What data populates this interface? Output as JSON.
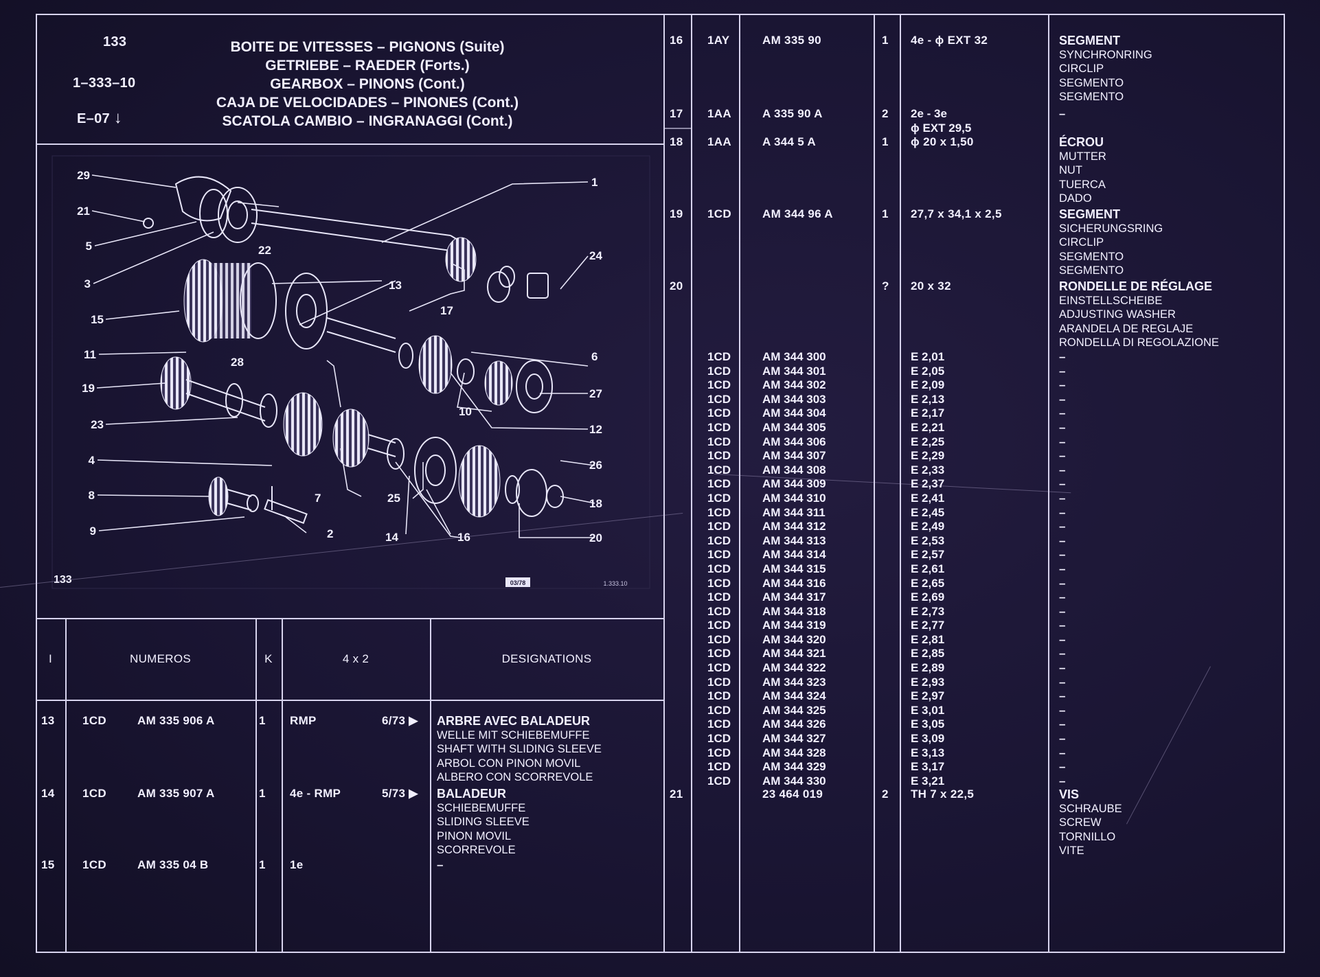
{
  "header": {
    "page_number": "133",
    "ref_code": "1–333–10",
    "edition": "E–07",
    "edition_arrow": "↓",
    "titles": [
      "BOITE DE VITESSES – PIGNONS (Suite)",
      "GETRIEBE – RAEDER (Forts.)",
      "GEARBOX – PINONS (Cont.)",
      "CAJA DE VELOCIDADES – PINONES (Cont.)",
      "SCATOLA CAMBIO – INGRANAGGI (Cont.)"
    ]
  },
  "diagram": {
    "page_label": "133",
    "stamp": "03/78",
    "ref": "1.333.10",
    "callouts": [
      "29",
      "21",
      "5",
      "3",
      "15",
      "11",
      "19",
      "23",
      "4",
      "8",
      "9",
      "22",
      "13",
      "17",
      "28",
      "1",
      "24",
      "6",
      "27",
      "10",
      "12",
      "26",
      "7",
      "25",
      "14",
      "16",
      "18",
      "20",
      "2"
    ]
  },
  "left_table": {
    "headers": {
      "i": "I",
      "numeros": "NUMEROS",
      "k": "K",
      "variant": "4 x 2",
      "designations": "DESIGNATIONS"
    },
    "rows": [
      {
        "i": "13",
        "code": "1CD",
        "number": "AM  335  906  A",
        "k": "1",
        "model": "RMP",
        "date": "6/73 ▶",
        "des": [
          "ARBRE AVEC BALADEUR",
          "WELLE MIT SCHIEBEMUFFE",
          "SHAFT WITH SLIDING SLEEVE",
          "ARBOL CON PINON MOVIL",
          "ALBERO CON SCORREVOLE"
        ]
      },
      {
        "i": "14",
        "code": "1CD",
        "number": "AM  335  907  A",
        "k": "1",
        "model": "4e - RMP",
        "date": "5/73 ▶",
        "des": [
          "BALADEUR",
          "SCHIEBEMUFFE",
          "SLIDING SLEEVE",
          "PINON MOVIL",
          "SCORREVOLE"
        ]
      },
      {
        "i": "15",
        "code": "1CD",
        "number": "AM  335    04  B",
        "k": "1",
        "model": "1e",
        "date": "",
        "des": [
          "–"
        ]
      }
    ]
  },
  "right_table": {
    "row16": {
      "i": "16",
      "code": "1AY",
      "number": "AM  335    90",
      "k": "1",
      "spec": "4e - ϕ EXT 32",
      "des": [
        "SEGMENT",
        "SYNCHRONRING",
        "CIRCLIP",
        "SEGMENTO",
        "SEGMENTO"
      ]
    },
    "row17": {
      "i": "17",
      "code": "1AA",
      "number": "A  335    90  A",
      "k": "2",
      "spec": [
        "2e - 3e",
        "ϕ  EXT 29,5"
      ],
      "des": [
        "–"
      ]
    },
    "row18": {
      "i": "18",
      "code": "1AA",
      "number": "A  344      5  A",
      "k": "1",
      "spec": "ϕ  20 x 1,50",
      "des": [
        "ÉCROU",
        "MUTTER",
        "NUT",
        "TUERCA",
        "DADO"
      ]
    },
    "row19": {
      "i": "19",
      "code": "1CD",
      "number": "AM  344    96  A",
      "k": "1",
      "spec": "27,7 x 34,1 x 2,5",
      "des": [
        "SEGMENT",
        "SICHERUNGSRING",
        "CIRCLIP",
        "SEGMENTO",
        "SEGMENTO"
      ]
    },
    "row20": {
      "i": "20",
      "k": "?",
      "spec": "20 x 32",
      "des": [
        "RONDELLE DE RÉGLAGE",
        "EINSTELLSCHEIBE",
        "ADJUSTING WASHER",
        "ARANDELA DE REGLAJE",
        "RONDELLA DI REGOLAZIONE"
      ]
    },
    "shims": {
      "codes": [
        "1CD",
        "1CD",
        "1CD",
        "1CD",
        "1CD",
        "1CD",
        "1CD",
        "1CD",
        "1CD",
        "1CD",
        "1CD",
        "1CD",
        "1CD",
        "1CD",
        "1CD",
        "1CD",
        "1CD",
        "1CD",
        "1CD",
        "1CD",
        "1CD",
        "1CD",
        "1CD",
        "1CD",
        "1CD",
        "1CD",
        "1CD",
        "1CD",
        "1CD",
        "1CD",
        "1CD"
      ],
      "numbers": [
        "AM  344  300",
        "AM  344  301",
        "AM  344  302",
        "AM  344  303",
        "AM  344  304",
        "AM  344  305",
        "AM  344  306",
        "AM  344  307",
        "AM  344  308",
        "AM  344  309",
        "AM  344  310",
        "AM  344  311",
        "AM  344  312",
        "AM  344  313",
        "AM  344  314",
        "AM  344  315",
        "AM  344  316",
        "AM  344  317",
        "AM  344  318",
        "AM  344  319",
        "AM  344  320",
        "AM  344  321",
        "AM  344  322",
        "AM  344  323",
        "AM  344  324",
        "AM  344  325",
        "AM  344  326",
        "AM  344 327",
        "AM  344  328",
        "AM  344  329",
        "AM  344  330"
      ],
      "specs": [
        "E 2,01",
        "E 2,05",
        "E 2,09",
        "E 2,13",
        "E 2,17",
        "E 2,21",
        "E 2,25",
        "E 2,29",
        "E 2,33",
        "E 2,37",
        "E 2,41",
        "E 2,45",
        "E 2,49",
        "E 2,53",
        "E 2,57",
        "E 2,61",
        "E 2,65",
        "E 2,69",
        "E 2,73",
        "E 2,77",
        "E 2,81",
        "E 2,85",
        "E 2,89",
        "E 2,93",
        "E 2,97",
        "E 3,01",
        "E 3,05",
        "E 3,09",
        "E 3,13",
        "E 3,17",
        "E 3,21"
      ],
      "des": [
        "–",
        "–",
        "–",
        "–",
        "–",
        "–",
        "–",
        "–",
        "–",
        "–",
        "–",
        "–",
        "–",
        "–",
        "–",
        "–",
        "–",
        "–",
        "–",
        "–",
        "–",
        "–",
        "–",
        "–",
        "–",
        "–",
        "–",
        "–",
        "–",
        "–",
        "–"
      ]
    },
    "row21": {
      "i": "21",
      "number": "23  464  019",
      "k": "2",
      "spec": "TH 7 x 22,5",
      "des": [
        "VIS",
        "SCHRAUBE",
        "SCREW",
        "TORNILLO",
        "VITE"
      ]
    }
  }
}
